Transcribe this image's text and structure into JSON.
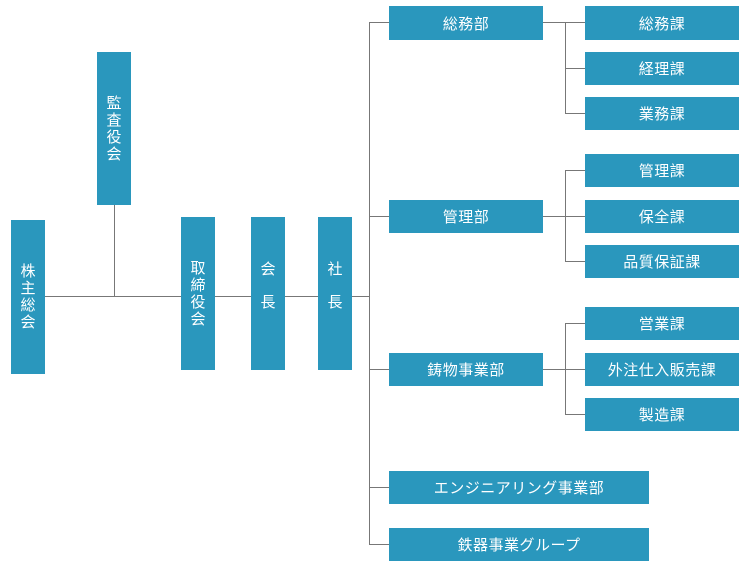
{
  "nodes": {
    "shareholders": "株主総会",
    "auditors": "監査役会",
    "board": "取締役会",
    "chairman": "会長",
    "president": "社長",
    "general_affairs_dept": "総務部",
    "management_dept": "管理部",
    "casting_dept": "鋳物事業部",
    "engineering_dept": "エンジニアリング事業部",
    "ironware_group": "鉄器事業グループ",
    "ga_general_affairs_section": "総務課",
    "ga_accounting_section": "経理課",
    "ga_operations_section": "業務課",
    "mg_management_section": "管理課",
    "mg_maintenance_section": "保全課",
    "mg_quality_section": "品質保証課",
    "cs_sales_section": "営業課",
    "cs_outsourcing_sales_section": "外注仕入販売課",
    "cs_manufacturing_section": "製造課"
  }
}
